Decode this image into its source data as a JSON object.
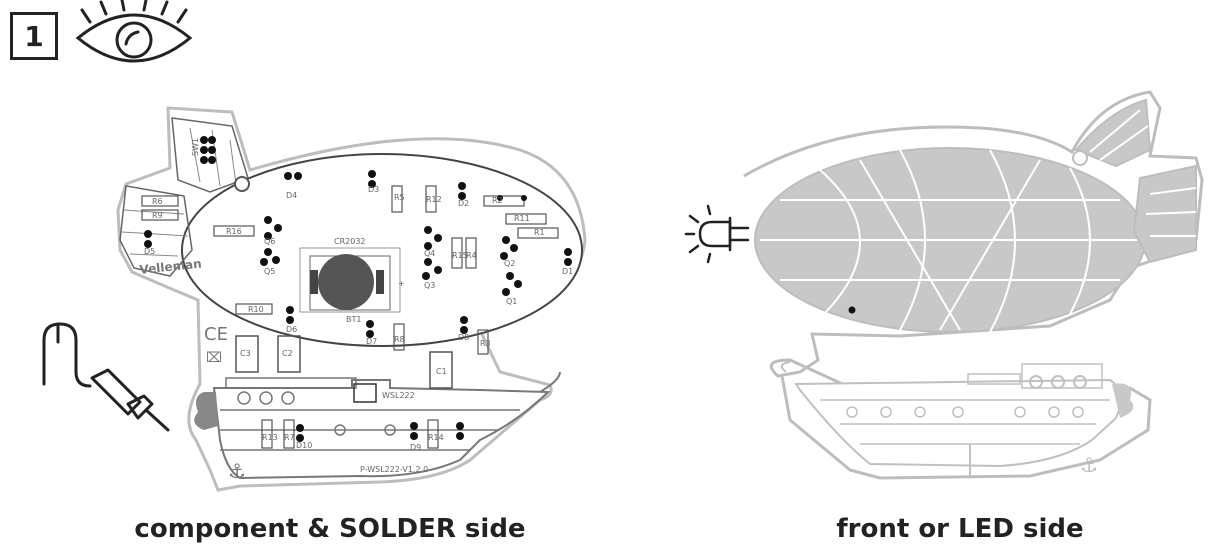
{
  "step": {
    "number": "1"
  },
  "icons": {
    "view": "eye-icon",
    "tool": "soldering-iron-icon",
    "led": "led-icon"
  },
  "colors": {
    "ink": "#222222",
    "board_fill": "#c8c8c8",
    "outline": "#bdbdbd",
    "pad": "#111111"
  },
  "left_board": {
    "brand": "Velleman",
    "battery": "CR2032",
    "version": "P-WSL222-V1.2.0",
    "module": "WSL222",
    "switch": "SW1",
    "battery_ref": "BT1",
    "labels": [
      "D4",
      "D3",
      "D2",
      "D1",
      "D5",
      "D6",
      "D7",
      "D8",
      "D9",
      "D10",
      "R2",
      "R3",
      "R5",
      "R6",
      "R9",
      "R10",
      "R11",
      "R12",
      "R13",
      "R14",
      "R15",
      "R16",
      "R1",
      "Q1",
      "Q2",
      "Q3",
      "Q4",
      "Q5",
      "Q6",
      "C1",
      "C2",
      "C3",
      "R7",
      "R8",
      "R4"
    ]
  },
  "captions": {
    "left": "component & SOLDER side",
    "right": "front or LED side"
  }
}
